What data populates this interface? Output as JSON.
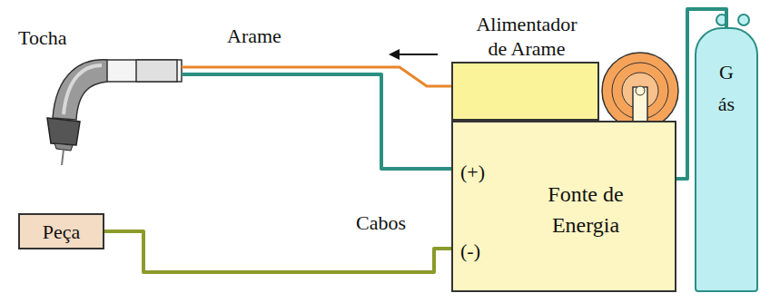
{
  "diagram": {
    "nodes": [
      {
        "text": [
          "Tocha"
        ]
      },
      {
        "text": [
          "Alimentador de Arame"
        ]
      },
      {
        "text": [
          "(+)",
          "Fonte de Energia",
          "(-)"
        ]
      },
      {
        "text": [
          "Gás"
        ]
      },
      {
        "text": [
          "Peça"
        ]
      }
    ],
    "edges": [
      {
        "from": 1,
        "to": 0,
        "label": "Arame",
        "arrow": "none"
      },
      {
        "from": 2,
        "to": 0,
        "arrow": "none"
      },
      {
        "from": 4,
        "to": 2,
        "label": "Cabos",
        "arrow": "none"
      },
      {
        "from": 2,
        "to": 3,
        "arrow": "none"
      }
    ]
  }
}
